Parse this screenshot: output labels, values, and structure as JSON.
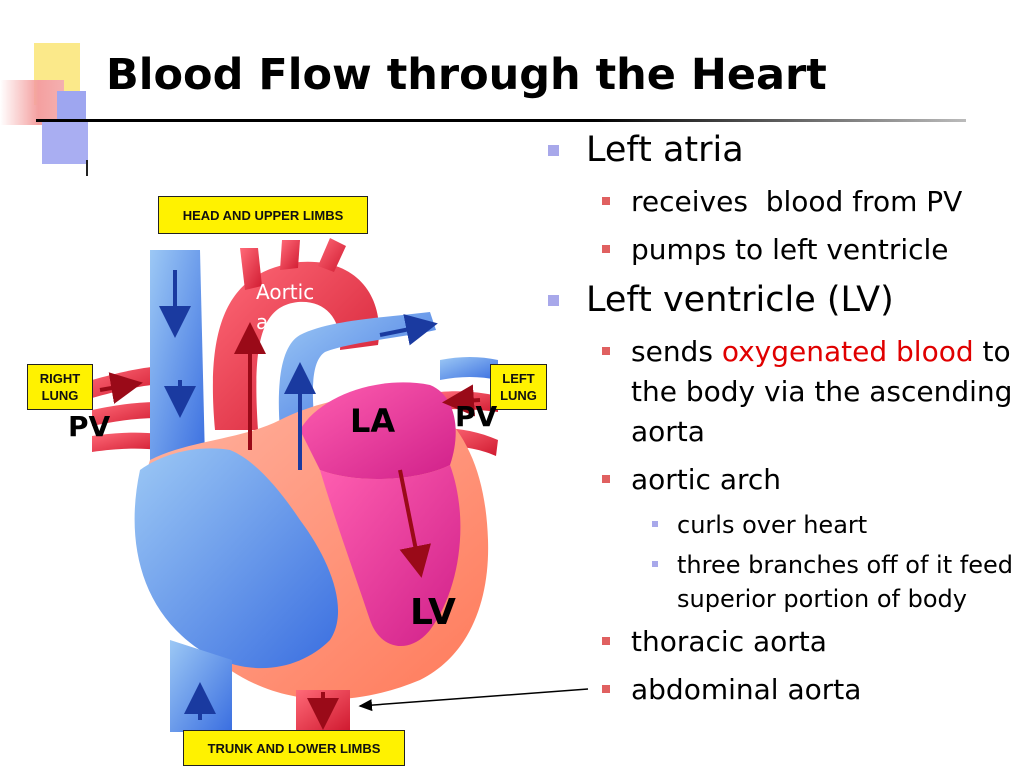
{
  "slide": {
    "title": "Blood Flow through the Heart"
  },
  "diagram": {
    "head_label": "HEAD AND UPPER LIMBS",
    "trunk_label": "TRUNK AND LOWER LIMBS",
    "right_lung": "RIGHT\nLUNG",
    "left_lung": "LEFT\nLUNG",
    "aortic_arch": "Aortic\narch",
    "pv_left": "PV",
    "pv_right": "PV",
    "la": "LA",
    "lv": "LV"
  },
  "bullets": [
    {
      "level": 1,
      "text": "Left atria"
    },
    {
      "level": 2,
      "text": "receives  blood from PV"
    },
    {
      "level": 2,
      "text": "pumps to left ventricle"
    },
    {
      "level": 1,
      "text": "Left ventricle (LV)"
    },
    {
      "level": 2,
      "text_before": "sends ",
      "text_highlight": "oxygenated blood",
      "text_after": " to the body via the ascending aorta"
    },
    {
      "level": 2,
      "text": "aortic arch"
    },
    {
      "level": 3,
      "text": "curls over heart"
    },
    {
      "level": 3,
      "text": "three branches off of it feed superior portion of body"
    },
    {
      "level": 2,
      "text": "thoracic aorta"
    },
    {
      "level": 2,
      "text": "abdominal aorta"
    }
  ],
  "colors": {
    "highlight": "#e00000",
    "label_box": "#fff200",
    "deoxygenated": "#3a7fe0",
    "oxygenated": "#e0203a"
  }
}
